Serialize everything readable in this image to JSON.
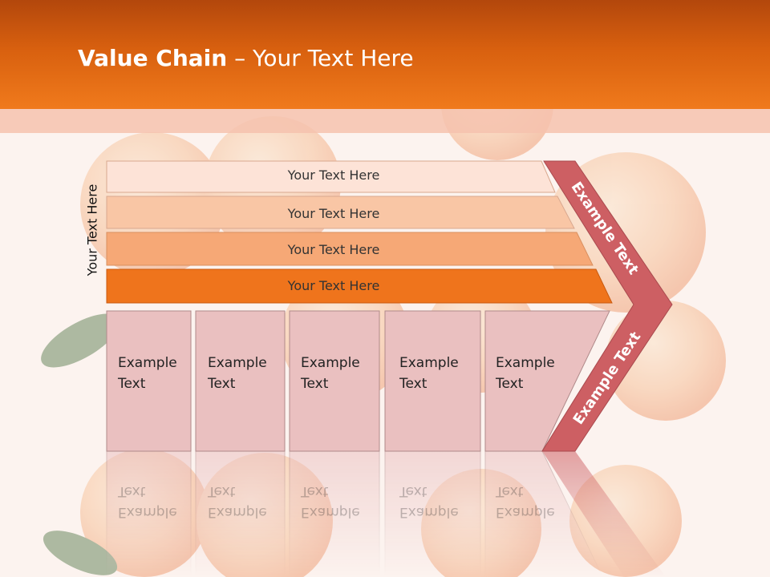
{
  "title": {
    "bold": "Value Chain",
    "rest": " – Your Text Here"
  },
  "side_label": "Your Text Here",
  "bars": [
    {
      "label": "Your Text Here",
      "color": "#fde3d7"
    },
    {
      "label": "Your Text Here",
      "color": "#f9c6a5"
    },
    {
      "label": "Your Text Here",
      "color": "#f6a876"
    },
    {
      "label": "Your Text Here",
      "color": "#ef741c"
    }
  ],
  "boxes": [
    {
      "label": "Example\nText"
    },
    {
      "label": "Example\nText"
    },
    {
      "label": "Example\nText"
    },
    {
      "label": "Example\nText"
    },
    {
      "label": "Example\nText"
    }
  ],
  "chevron": {
    "upper": "Example Text",
    "lower": "Example Text",
    "color": "#cd5f63"
  },
  "colors": {
    "header": "#e8690f",
    "box_fill": "#eac0c0",
    "box_border": "#b08a8a"
  }
}
